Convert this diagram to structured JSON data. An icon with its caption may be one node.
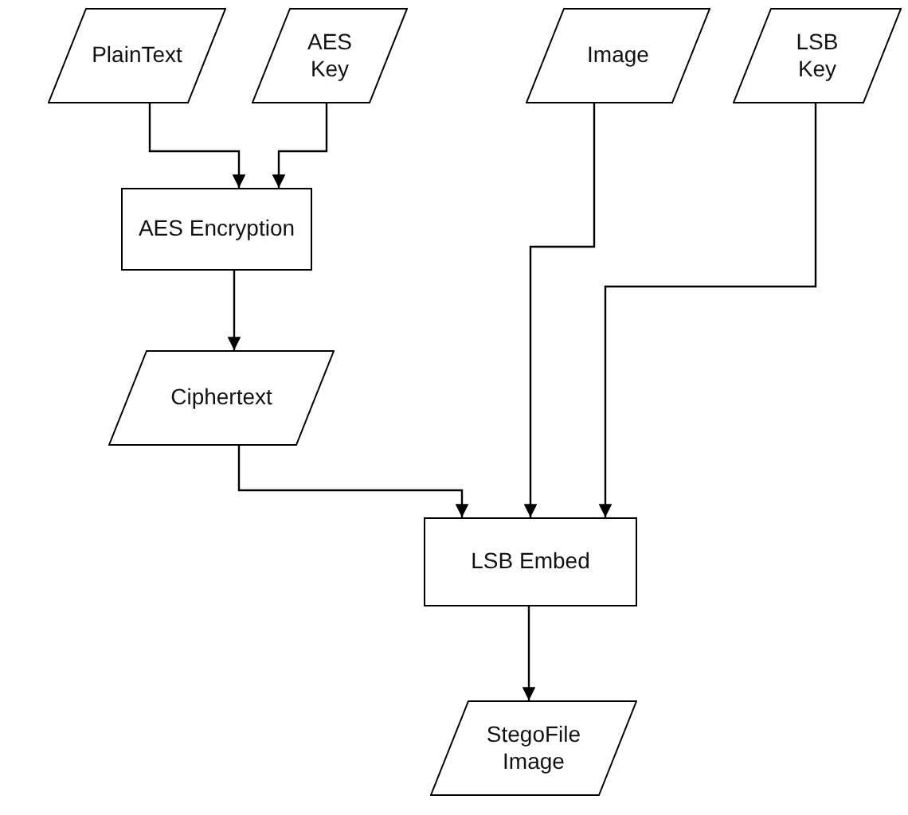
{
  "diagram": {
    "nodes": [
      {
        "text": [
          "PlainText"
        ]
      },
      {
        "text": [
          "AES Key"
        ]
      },
      {
        "text": [
          "Image"
        ]
      },
      {
        "text": [
          "LSB Key"
        ]
      },
      {
        "text": [
          "AES Encryption"
        ]
      },
      {
        "text": [
          "Ciphertext"
        ]
      },
      {
        "text": [
          "LSB Embed"
        ]
      },
      {
        "text": [
          "StegoFile Image"
        ]
      }
    ],
    "edges": [
      {
        "from": 0,
        "to": 4,
        "arrow": "to"
      },
      {
        "from": 1,
        "to": 4,
        "arrow": "to"
      },
      {
        "from": 4,
        "to": 5,
        "arrow": "to"
      },
      {
        "from": 5,
        "to": 6,
        "arrow": "to"
      },
      {
        "from": 2,
        "to": 6,
        "arrow": "to"
      },
      {
        "from": 3,
        "to": 6,
        "arrow": "to"
      },
      {
        "from": 6,
        "to": 7,
        "arrow": "to"
      }
    ]
  }
}
